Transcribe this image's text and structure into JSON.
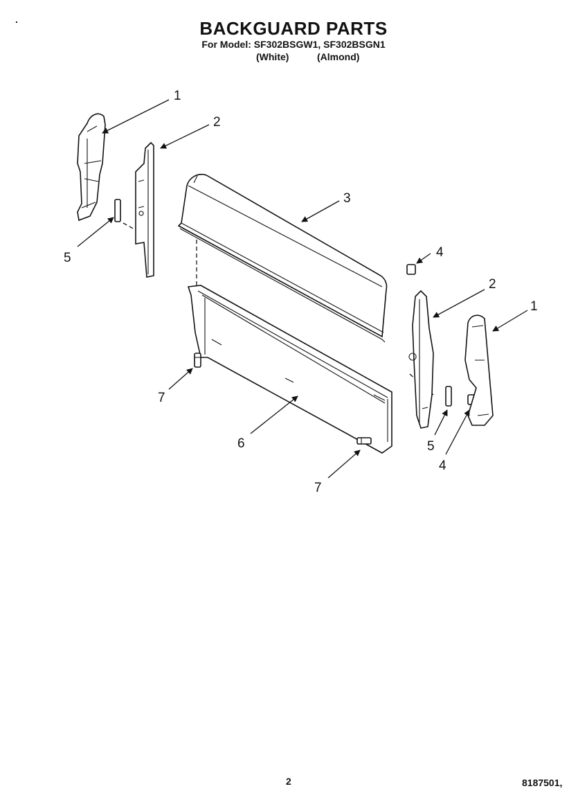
{
  "header": {
    "title": "BACKGUARD PARTS",
    "model_line": "For Model: SF302BSGW1, SF302BSGN1",
    "colors": [
      "(White)",
      "(Almond)"
    ]
  },
  "footer": {
    "page_number": "2",
    "document_number": "8187501,"
  },
  "stray_mark": ".",
  "callouts": [
    "1",
    "2",
    "3",
    "4",
    "2",
    "1",
    "5",
    "7",
    "6",
    "7",
    "5",
    "4"
  ]
}
